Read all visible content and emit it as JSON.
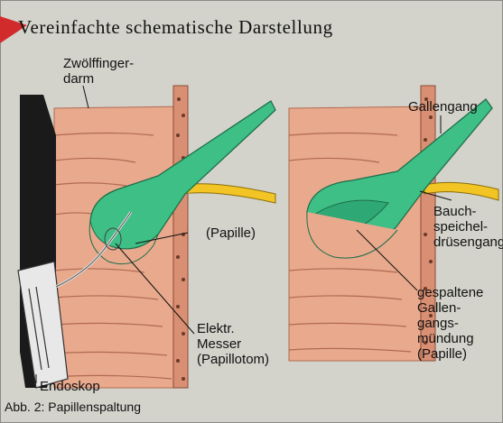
{
  "title": "Vereinfachte schematische Darstellung",
  "caption": "Abb. 2: Papillenspaltung",
  "labels": {
    "duodenum_line1": "Zwölffinger-",
    "duodenum_line2": "darm",
    "papilla": "(Papille)",
    "knife_line1": "Elektr.",
    "knife_line2": "Messer",
    "knife_line3": "(Papillotom)",
    "endoscope": "Endoskop",
    "bile_duct": "Gallengang",
    "pancreatic_line1": "Bauch-",
    "pancreatic_line2": "speichel-",
    "pancreatic_line3": "drüsengang",
    "split_line1": "gespaltene",
    "split_line2": "Gallen-",
    "split_line3": "gangs-",
    "split_line4": "mündung",
    "split_line5": "(Papille)"
  },
  "colors": {
    "tissue": "#e9a98c",
    "tissue_dark": "#c97d62",
    "bile": "#3dbf86",
    "pancreatic": "#f2c524",
    "endoscope": "#1a1a1a",
    "accent_red": "#d22b2b"
  }
}
